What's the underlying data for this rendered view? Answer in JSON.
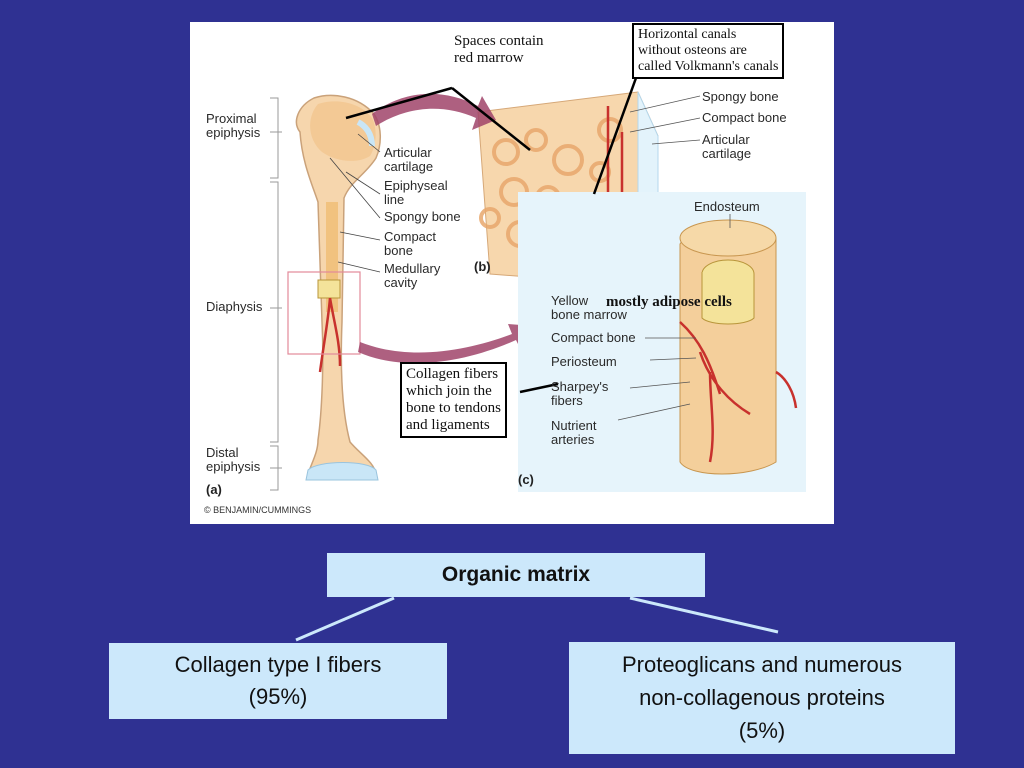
{
  "figure": {
    "labels_a": {
      "proximal": [
        "Proximal",
        "epiphysis"
      ],
      "diaphysis": "Diaphysis",
      "distal": [
        "Distal",
        "epiphysis"
      ],
      "articular": [
        "Articular",
        "cartilage"
      ],
      "epiphyseal": [
        "Epiphyseal",
        "line"
      ],
      "spongy": "Spongy bone",
      "compact": [
        "Compact",
        "bone"
      ],
      "medullary": [
        "Medullary",
        "cavity"
      ],
      "tag_a": "(a)",
      "tag_b": "(b)",
      "tag_c": "(c)",
      "credit": "© BENJAMIN/CUMMINGS"
    },
    "labels_b": {
      "spongy": "Spongy bone",
      "compact": "Compact bone",
      "articular": [
        "Articular",
        "cartilage"
      ]
    },
    "labels_c": {
      "endosteum": "Endosteum",
      "yellow": [
        "Yellow",
        "bone marrow"
      ],
      "compact": "Compact bone",
      "periosteum": "Periosteum",
      "sharpey": [
        "Sharpey's",
        "fibers"
      ],
      "nutrient": [
        "Nutrient",
        "arteries"
      ]
    },
    "annotations": {
      "red_marrow": [
        "Spaces contain",
        "red marrow"
      ],
      "volkmann": [
        "Horizontal canals",
        "without osteons are",
        "called Volkmann's canals"
      ],
      "adipose": "mostly adipose cells",
      "collagen": [
        "Collagen fibers",
        "which join the",
        "bone to tendons",
        "and ligaments"
      ]
    }
  },
  "concept_map": {
    "root": "Organic matrix",
    "left": [
      "Collagen type I fibers",
      "(95%)"
    ],
    "right": [
      "Proteoglicans and numerous",
      "non-collagenous proteins",
      "(5%)"
    ]
  },
  "colors": {
    "background": "#2f3192",
    "box_fill": "#cce8fb",
    "bone": "#f6d6ad",
    "cartilage": "#c9e6f7",
    "artery": "#c8312d"
  }
}
